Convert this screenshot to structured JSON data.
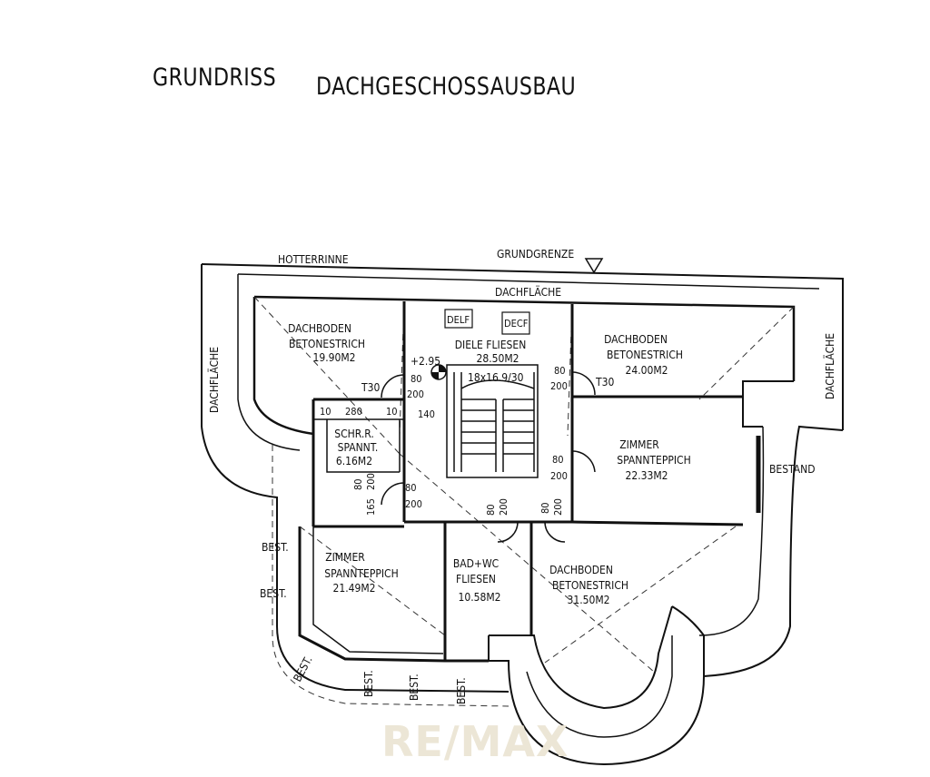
{
  "header": {
    "title_left": "GRUNDRISS",
    "title_right": "DACHGESCHOSSAUSBAU"
  },
  "labels": {
    "hotterrinne": "HOTTERRINNE",
    "grundgrenze": "GRUNDGRENZE",
    "dachflaeche_top": "DACHFLÄCHE",
    "dachflaeche_left": "DACHFLÄCHE",
    "dachflaeche_right": "DACHFLÄCHE",
    "bestand": "BESTAND",
    "best1": "BEST.",
    "best2": "BEST.",
    "best3": "BEST.",
    "best4": "BEST.",
    "best5": "BEST.",
    "best6": "BEST.",
    "t30_left": "T30",
    "t30_right": "T30",
    "level": "+2.95",
    "stair": "18x16.9/30",
    "delf1": "DELF",
    "delf2": "DECF"
  },
  "rooms": {
    "dachboden_nw": {
      "l1": "DACHBODEN",
      "l2": "BETONESTRICH",
      "l3": "19.90M2"
    },
    "diele": {
      "l1": "DIELE  FLIESEN",
      "l2": "28.50M2"
    },
    "dachboden_ne": {
      "l1": "DACHBODEN",
      "l2": "BETONESTRICH",
      "l3": "24.00M2"
    },
    "schrank": {
      "l1": "SCHR.R.",
      "l2": "SPANNT.",
      "l3": "6.16M2"
    },
    "zimmer_e": {
      "l1": "ZIMMER",
      "l2": "SPANNTEPPICH",
      "l3": "22.33M2"
    },
    "zimmer_sw": {
      "l1": "ZIMMER",
      "l2": "SPANNTEPPICH",
      "l3": "21.49M2"
    },
    "bad": {
      "l1": "BAD+WC",
      "l2": "FLIESEN",
      "l3": "10.58M2"
    },
    "dachboden_se": {
      "l1": "DACHBODEN",
      "l2": "BETONESTRICH",
      "l3": "31.50M2"
    }
  },
  "dims": {
    "d80a": "80",
    "d200a": "200",
    "d80b": "80",
    "d200b": "200",
    "d80c": "80",
    "d200c": "200",
    "d80d": "80",
    "d200d": "200",
    "d80e": "80",
    "d200e": "200",
    "d80f": "80",
    "d200f": "200",
    "d10a": "10",
    "d280": "280",
    "d10b": "10",
    "d140": "140",
    "d165": "165",
    "d200g": "200"
  },
  "watermark": "RE/MAX",
  "colors": {
    "line": "#111111",
    "watermark": "#ece6d6"
  }
}
